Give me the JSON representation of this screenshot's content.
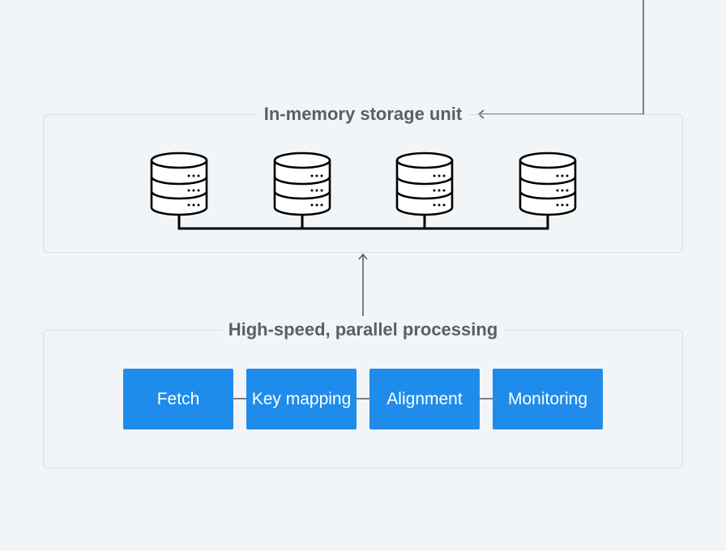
{
  "storage": {
    "title": "In-memory storage unit",
    "database_icon_count": 4,
    "icon": "database-icon"
  },
  "processing": {
    "title": "High-speed, parallel processing",
    "steps": [
      {
        "label": "Fetch"
      },
      {
        "label": "Key mapping"
      },
      {
        "label": "Alignment"
      },
      {
        "label": "Monitoring"
      }
    ]
  },
  "colors": {
    "background": "#f2f5f8",
    "panel_border": "#dadde1",
    "title_text": "#5b5f66",
    "step_fill": "#1f8ceb",
    "step_text": "#ffffff",
    "connector": "#5b5f66",
    "icon_stroke": "#000000"
  }
}
